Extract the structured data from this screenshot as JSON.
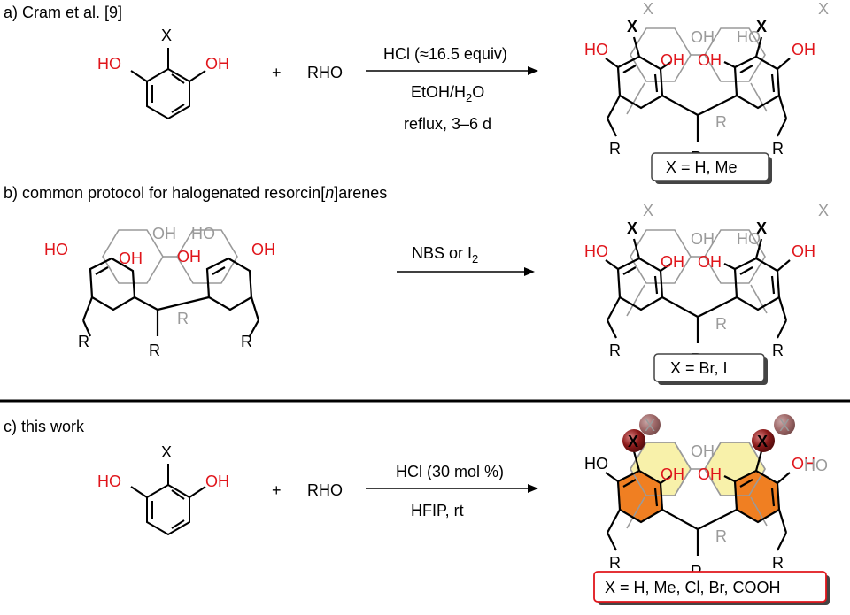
{
  "panels": {
    "a": {
      "label": "a) Cram et al. [9]",
      "reactant_substituent": "X",
      "reactant_oh_left": "HO",
      "reactant_oh_right": "OH",
      "plus": "+",
      "aldehyde": "RHO",
      "conditions_line1": "HCl (≈16.5 equiv)",
      "conditions_line2": "EtOH/H₂O",
      "conditions_line3": "reflux, 3–6 d",
      "result": "X = H, Me"
    },
    "b": {
      "label_prefix": "b) common protocol for halogenated resorcin[",
      "label_italic": "n",
      "label_suffix": "]arenes",
      "conditions": "NBS or I₂",
      "result": "X = Br, I"
    },
    "c": {
      "label": "c) this work",
      "reactant_substituent": "X",
      "reactant_oh_left": "HO",
      "reactant_oh_right": "OH",
      "plus": "+",
      "aldehyde": "RHO",
      "conditions_line1": "HCl (30 mol %)",
      "conditions_line2": "HFIP, rt",
      "result": "X = H, Me, Cl, Br, COOH"
    },
    "arene_labels": {
      "x": "X",
      "ho": "HO",
      "oh": "OH",
      "r": "R"
    }
  },
  "colors": {
    "oh_red": "#e0151b",
    "ring_orange": "#f07f22",
    "ring_yellow": "#f7ee9b",
    "sphere_red": "#8b1a1a",
    "grey": "#9a9a9a",
    "divider": "#000000"
  }
}
